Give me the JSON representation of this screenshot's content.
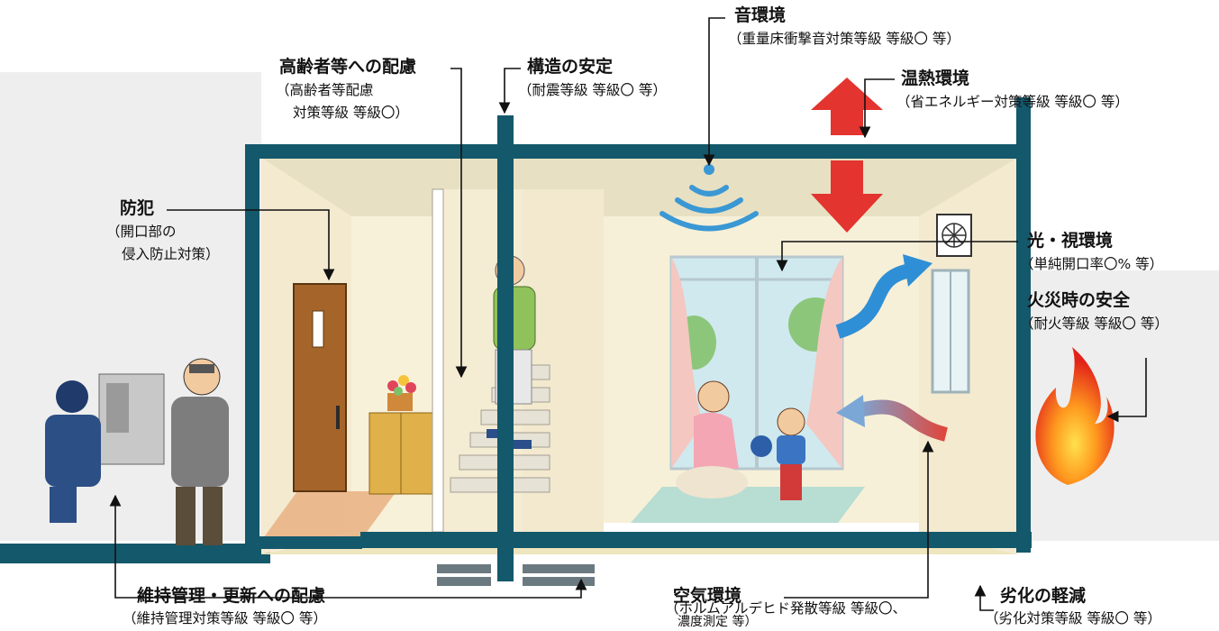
{
  "labels": {
    "sound": {
      "title": "音環境",
      "detail": "（重量床衝撃音対策等級 等級〇 等）"
    },
    "thermal": {
      "title": "温熱環境",
      "detail": "（省エネルギー対策等級 等級〇 等）"
    },
    "structure": {
      "title": "構造の安定",
      "detail": "（耐震等級 等級〇 等）"
    },
    "elderly": {
      "title": "高齢者等への配慮",
      "detail_1": "（高齢者等配慮",
      "detail_2": "対策等級 等級〇）"
    },
    "crime": {
      "title": "防犯",
      "detail_1": "（開口部の",
      "detail_2": "侵入防止対策）"
    },
    "light": {
      "title": "光・視環境",
      "detail": "（単純開口率〇% 等）"
    },
    "fire": {
      "title": "火災時の安全",
      "detail": "（耐火等級 等級〇 等）"
    },
    "maintenance": {
      "title": "維持管理・更新への配慮",
      "detail": "（維持管理対策等級 等級〇 等）"
    },
    "air": {
      "title": "空気環境",
      "detail_1": "（ホルムアルデヒド発散等級 等級〇、",
      "detail_2": "濃度測定 等）"
    },
    "deterioration": {
      "title": "劣化の軽減",
      "detail": "（劣化対策等級 等級〇 等）"
    }
  },
  "colors": {
    "frame": "#14586b",
    "wall": "#f7f0d6",
    "floor": "#efe6bf",
    "sky": "#d6ecf3",
    "heat_arrow": "#e3342f",
    "air_arrow": "#2f8fd6",
    "fire": "#f26a1b",
    "leader_line": "#111111"
  },
  "icons": [
    "sound-wave-icon",
    "heat-arrow-icon",
    "ventilation-fan-icon",
    "fire-icon",
    "air-flow-arrow-icon"
  ]
}
